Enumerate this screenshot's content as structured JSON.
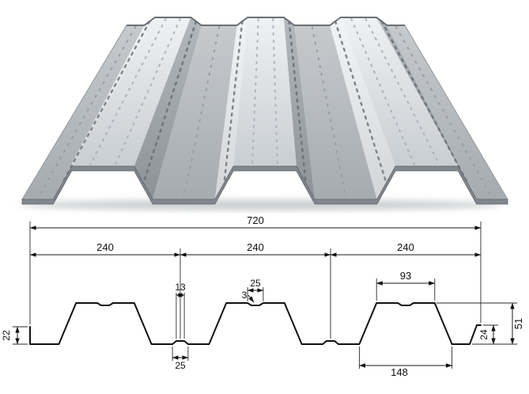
{
  "drawing": {
    "dims": {
      "overall": "720",
      "pitch_1": "240",
      "pitch_2": "240",
      "pitch_3": "240",
      "rib_top_width": "93",
      "top_notch_width": "25",
      "notch_depth": "3",
      "groove_top_width": "13",
      "groove_bottom_width": "25",
      "rib_bottom_width": "148",
      "left_edge_height": "22",
      "right_end_height": "24",
      "total_height": "51"
    }
  },
  "render": {
    "colors": {
      "steel_highlight": "#eceef0",
      "steel_mid": "#c8ccd0",
      "steel_shadow": "#8e9399",
      "line": "#111111"
    }
  }
}
